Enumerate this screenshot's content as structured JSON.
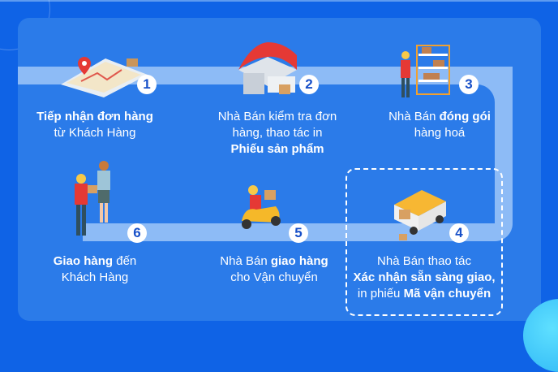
{
  "colors": {
    "background": "#0f63e6",
    "panel": "#2b7be9",
    "path": "#8dbbf6",
    "text": "#ffffff",
    "badge_text": "#1850c8"
  },
  "steps": [
    {
      "number": "1",
      "line1_bold": "Tiếp nhận đơn hàng",
      "line2": "từ Khách Hàng",
      "icon": "phone-map-icon"
    },
    {
      "number": "2",
      "line1": "Nhà Bán kiểm tra đơn",
      "line2": "hàng, thao tác in",
      "line3_bold": "Phiếu sản phẩm",
      "icon": "warehouse-icon"
    },
    {
      "number": "3",
      "line1_pre": "Nhà Bán ",
      "line1_bold": "đóng gói",
      "line2": "hàng hoá",
      "icon": "worker-shelf-icon"
    },
    {
      "number": "4",
      "line1": "Nhà Bán thao tác",
      "line2_bold": "Xác nhận sẵn sàng giao,",
      "line3_pre": "in phiếu ",
      "line3_bold": "Mã vận chuyển",
      "icon": "delivery-van-icon"
    },
    {
      "number": "5",
      "line1_pre": "Nhà Bán ",
      "line1_bold": "giao hàng",
      "line2": "cho Vận chuyển",
      "icon": "scooter-courier-icon"
    },
    {
      "number": "6",
      "line1_bold": "Giao hàng",
      "line1_post": " đến",
      "line2": "Khách Hàng",
      "icon": "handover-icon"
    }
  ]
}
